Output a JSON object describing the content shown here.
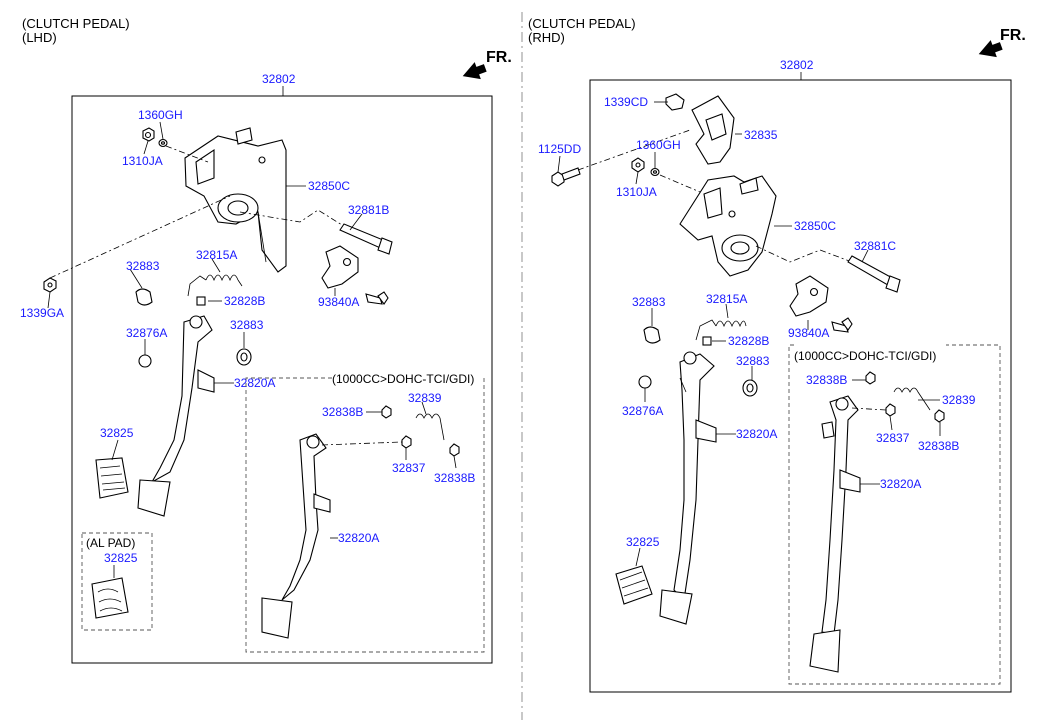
{
  "lhd": {
    "title_line1": "(CLUTCH PEDAL)",
    "title_line2": "(LHD)",
    "fr": "FR.",
    "assembly": "32802",
    "labels": {
      "p1360GH": "1360GH",
      "p1310JA": "1310JA",
      "p32850C": "32850C",
      "p32881B": "32881B",
      "p1339GA": "1339GA",
      "p32883a": "32883",
      "p32815A": "32815A",
      "p32828B": "32828B",
      "p93840A": "93840A",
      "p32876A": "32876A",
      "p32883b": "32883",
      "p32820A": "32820A",
      "p32825": "32825"
    },
    "al_pad": {
      "title": "(AL PAD)",
      "part": "32825"
    },
    "variant": {
      "title": "(1000CC>DOHC-TCI/GDI)",
      "p32838Ba": "32838B",
      "p32839": "32839",
      "p32837": "32837",
      "p32838Bb": "32838B",
      "p32820A": "32820A"
    }
  },
  "rhd": {
    "title_line1": "(CLUTCH PEDAL)",
    "title_line2": "(RHD)",
    "fr": "FR.",
    "assembly": "32802",
    "labels": {
      "p1339CD": "1339CD",
      "p32835": "32835",
      "p1125DD": "1125DD",
      "p1360GH": "1360GH",
      "p1310JA": "1310JA",
      "p32850C": "32850C",
      "p32881C": "32881C",
      "p93840A": "93840A",
      "p32883a": "32883",
      "p32815A": "32815A",
      "p32828B": "32828B",
      "p32883b": "32883",
      "p32876A": "32876A",
      "p32820A": "32820A",
      "p32825": "32825"
    },
    "variant": {
      "title": "(1000CC>DOHC-TCI/GDI)",
      "p32838Ba": "32838B",
      "p32839": "32839",
      "p32837": "32837",
      "p32838Bb": "32838B",
      "p32820A": "32820A"
    }
  },
  "colors": {
    "part_number": "#1a1aff",
    "line": "#000000"
  },
  "icons": [
    "front-arrow-icon"
  ]
}
